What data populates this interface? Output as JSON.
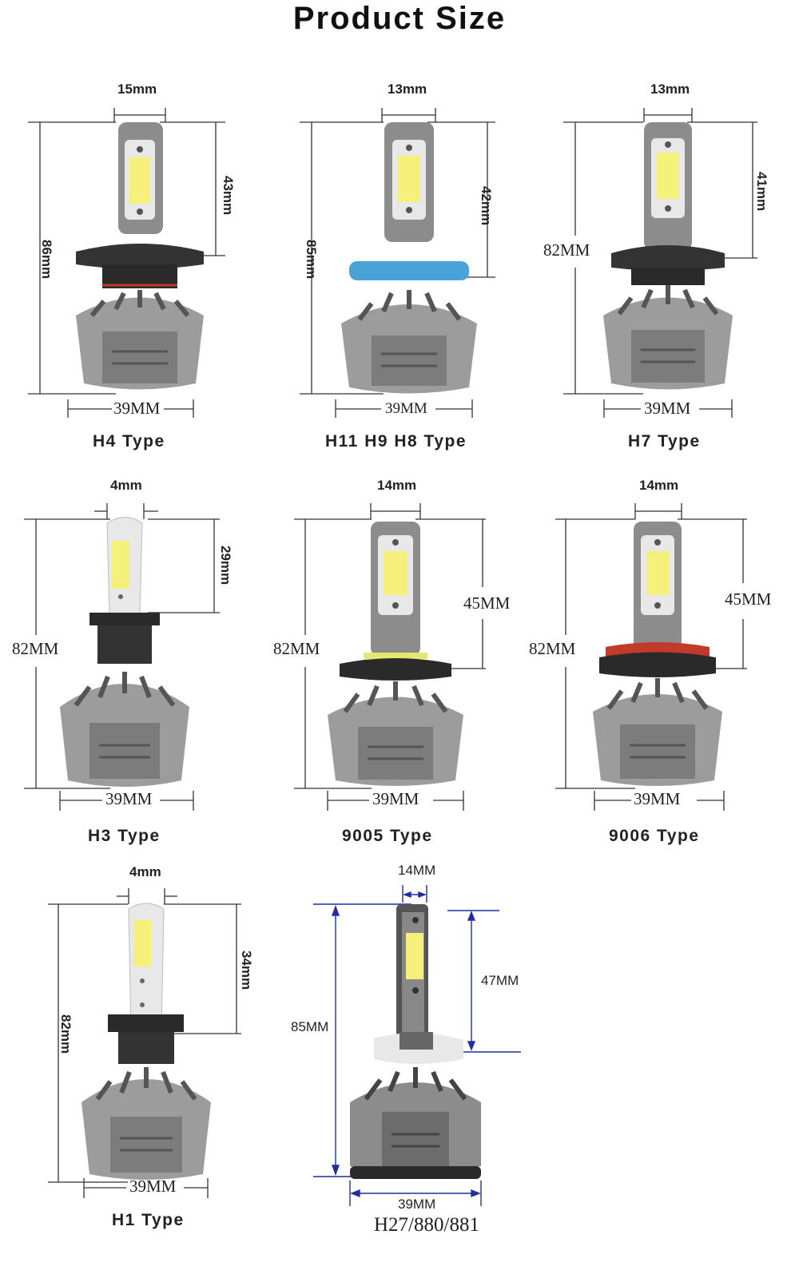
{
  "page": {
    "title": "Product Size"
  },
  "products": [
    {
      "id": "h4",
      "type_label": "H4 Type",
      "top_width": "15mm",
      "upper_length": "43mm",
      "total_length": "86mm",
      "base_width": "39MM"
    },
    {
      "id": "h11",
      "type_label": "H11 H9 H8 Type",
      "top_width": "13mm",
      "upper_length": "42mm",
      "total_length": "85mm",
      "base_width": "39MM"
    },
    {
      "id": "h7",
      "type_label": "H7 Type",
      "top_width": "13mm",
      "upper_length": "41mm",
      "total_length": "82MM",
      "base_width": "39MM"
    },
    {
      "id": "h3",
      "type_label": "H3 Type",
      "top_width": "4mm",
      "upper_length": "29mm",
      "total_length": "82MM",
      "base_width": "39MM"
    },
    {
      "id": "9005",
      "type_label": "9005 Type",
      "top_width": "14mm",
      "upper_length": "45MM",
      "total_length": "82MM",
      "base_width": "39MM"
    },
    {
      "id": "9006",
      "type_label": "9006 Type",
      "top_width": "14mm",
      "upper_length": "45MM",
      "total_length": "82MM",
      "base_width": "39MM"
    },
    {
      "id": "h1",
      "type_label": "H1 Type",
      "top_width": "4mm",
      "upper_length": "34mm",
      "total_length": "82mm",
      "base_width": "39MM"
    },
    {
      "id": "h27",
      "type_label": "H27/880/881",
      "top_width": "14MM",
      "upper_length": "47MM",
      "total_length": "85MM",
      "base_width": "39MM"
    }
  ],
  "colors": {
    "bulb_gray": "#8a8a8a",
    "fin_gray": "#9c9c9c",
    "led_yellow": "#f4f07a",
    "dim_line": "#333333",
    "dim_blue": "#1f2f9f",
    "ring_blue": "#4aa3d8",
    "ring_red": "#c23a2a",
    "ring_yellow": "#e3e870"
  }
}
